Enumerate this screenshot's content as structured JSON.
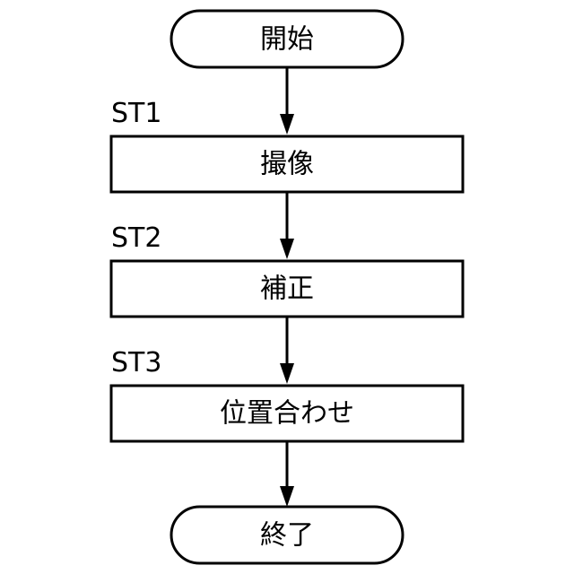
{
  "flowchart": {
    "start": {
      "label": "開始"
    },
    "steps": [
      {
        "id": "ST1",
        "label": "撮像"
      },
      {
        "id": "ST2",
        "label": "補正"
      },
      {
        "id": "ST3",
        "label": "位置合わせ"
      }
    ],
    "end": {
      "label": "終了"
    }
  }
}
